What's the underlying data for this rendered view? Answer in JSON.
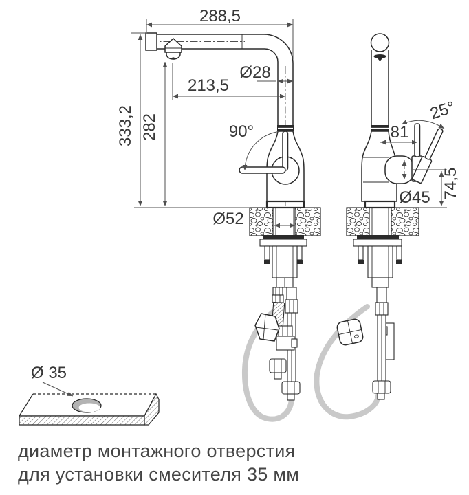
{
  "caption": {
    "line1": "диаметр монтажного отверстия",
    "line2": "для установки смесителя 35 мм"
  },
  "dims": {
    "spout_reach": "288,5",
    "spout_tube_dia": "Ø28",
    "aerator_reach": "213,5",
    "height_total": "333,2",
    "height_spout": "282",
    "swivel_angle": "90°",
    "base_dia": "Ø52",
    "handle_offset": "81",
    "tilt_angle": "25°",
    "body_dia": "Ø45",
    "pivot_height": "74,5",
    "hole_dia": "Ø 35"
  },
  "colors": {
    "outline": "#2b2b2b",
    "dimension": "#4f4f4f",
    "hose": "#c9c9c9",
    "hole_shade": "#b3b3b3"
  }
}
